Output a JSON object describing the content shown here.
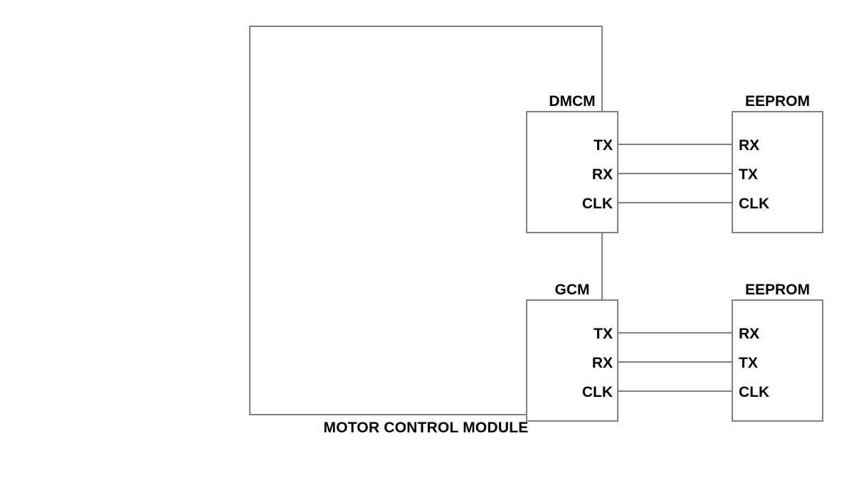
{
  "diagram": {
    "caption": "MOTOR CONTROL MODULE",
    "colors": {
      "background": "#ffffff",
      "stroke": "#808080",
      "text": "#000000"
    },
    "groups": [
      {
        "id": "dmcm-eeprom",
        "left_block": {
          "title": "DMCM",
          "pins": [
            "TX",
            "RX",
            "CLK"
          ]
        },
        "right_block": {
          "title": "EEPROM",
          "pins": [
            "RX",
            "TX",
            "CLK"
          ]
        },
        "connections": [
          {
            "from": "TX",
            "to": "RX"
          },
          {
            "from": "RX",
            "to": "TX"
          },
          {
            "from": "CLK",
            "to": "CLK"
          }
        ]
      },
      {
        "id": "gcm-eeprom",
        "left_block": {
          "title": "GCM",
          "pins": [
            "TX",
            "RX",
            "CLK"
          ]
        },
        "right_block": {
          "title": "EEPROM",
          "pins": [
            "RX",
            "TX",
            "CLK"
          ]
        },
        "connections": [
          {
            "from": "TX",
            "to": "RX"
          },
          {
            "from": "RX",
            "to": "TX"
          },
          {
            "from": "CLK",
            "to": "CLK"
          }
        ]
      }
    ]
  }
}
